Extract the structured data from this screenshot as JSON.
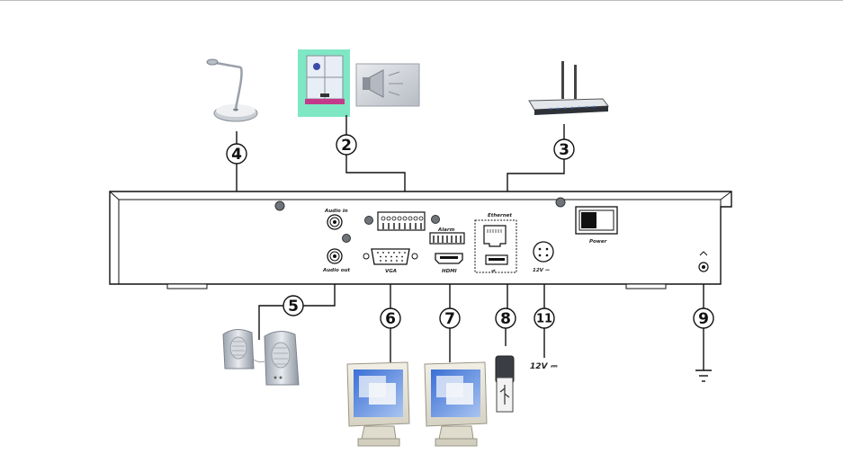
{
  "panel": {
    "labels": {
      "audio_in": "Audio in",
      "audio_out": "Audio out",
      "alarm": "Alarm",
      "vga": "VGA",
      "hdmi": "HDMI",
      "ethernet": "Ethernet",
      "usb": "⇌",
      "power_input": "12V ⎓",
      "power_switch": "Power"
    }
  },
  "callouts": {
    "alarm": "2",
    "network": "3",
    "audio_in": "4",
    "audio_out": "5",
    "vga": "6",
    "hdmi": "7",
    "usb": "8",
    "ground": "9",
    "power": "11"
  },
  "power_supply_label": "12V ⎓",
  "icons": [
    "microphone-icon",
    "alarm-window-sensor-icon",
    "siren-icon",
    "router-icon",
    "speakers-icon",
    "monitor-icon",
    "usb-drive-icon",
    "ground-symbol-icon"
  ]
}
